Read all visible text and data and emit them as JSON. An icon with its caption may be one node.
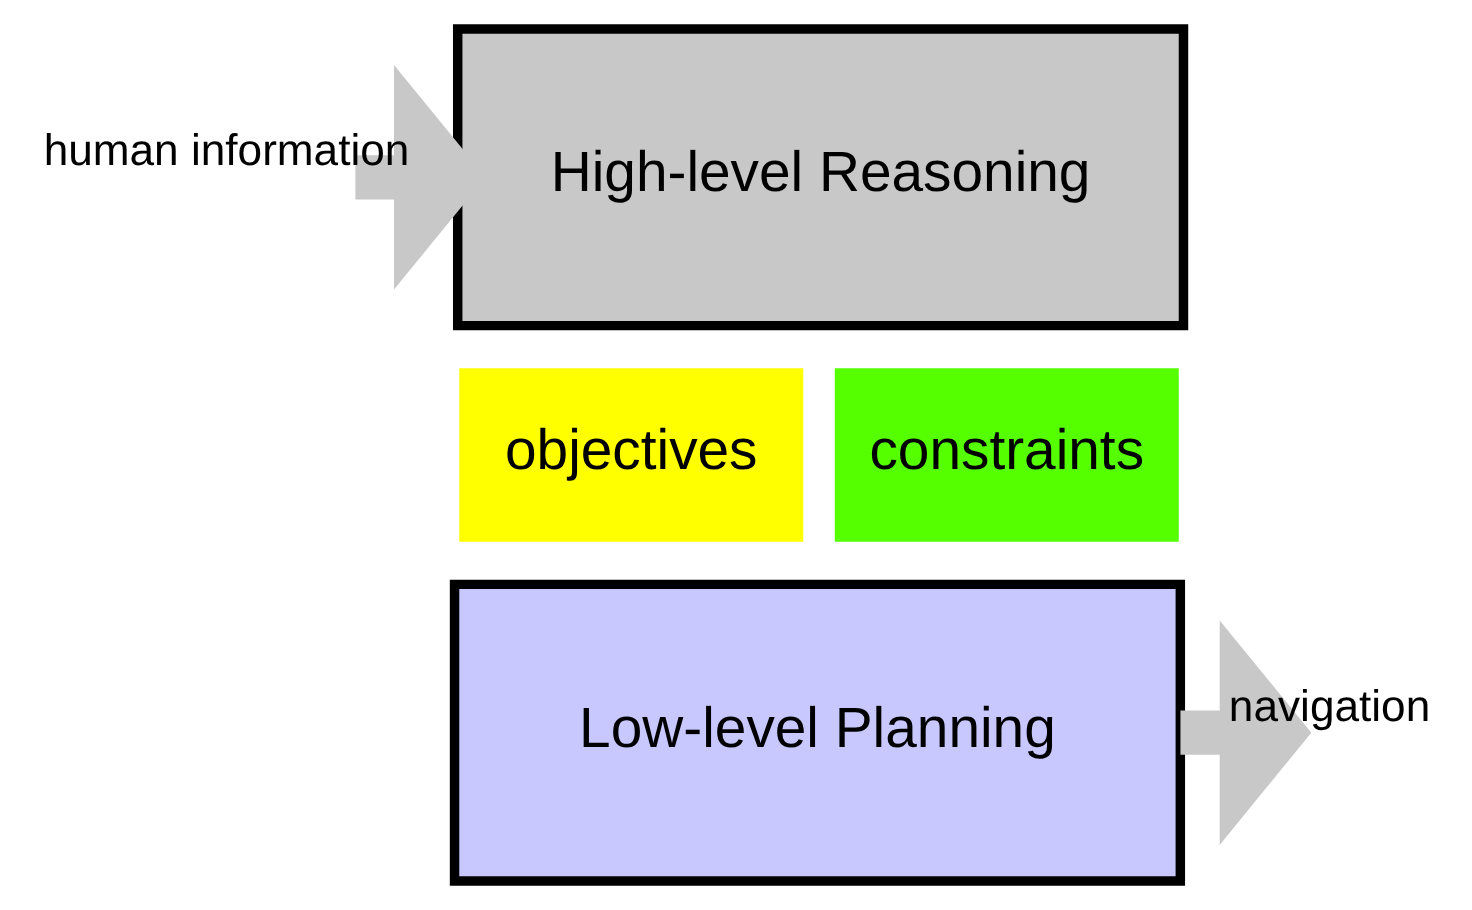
{
  "diagram": {
    "nodes": [
      {
        "text": [
          "High-level Reasoning"
        ]
      },
      {
        "text": [
          "objectives"
        ]
      },
      {
        "text": [
          "constraints"
        ]
      },
      {
        "text": [
          "Low-level Planning"
        ]
      }
    ],
    "edges": [
      {
        "from": null,
        "to": 0,
        "arrow": "to",
        "label": "human information"
      },
      {
        "from": 3,
        "to": null,
        "arrow": "to",
        "label": "navigation"
      }
    ]
  }
}
